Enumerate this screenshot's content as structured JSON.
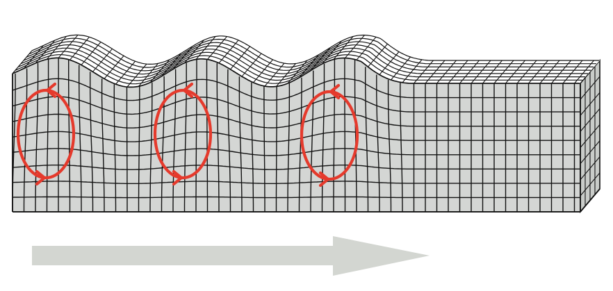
{
  "diagram": {
    "colors": {
      "background": "#ffffff",
      "block_face": "#d4d6d4",
      "grid_line": "#111111",
      "particle_orbit": "#e53a2c",
      "direction_arrow": "#d3d6d1"
    },
    "wave": {
      "crest_count": 3,
      "undisturbed_region": "right"
    },
    "particle_orbits": [
      {
        "crest": 1,
        "rotation": "counterclockwise"
      },
      {
        "crest": 2,
        "rotation": "counterclockwise"
      },
      {
        "crest": 3,
        "rotation": "counterclockwise"
      }
    ],
    "propagation_arrow": {
      "direction": "right"
    }
  }
}
